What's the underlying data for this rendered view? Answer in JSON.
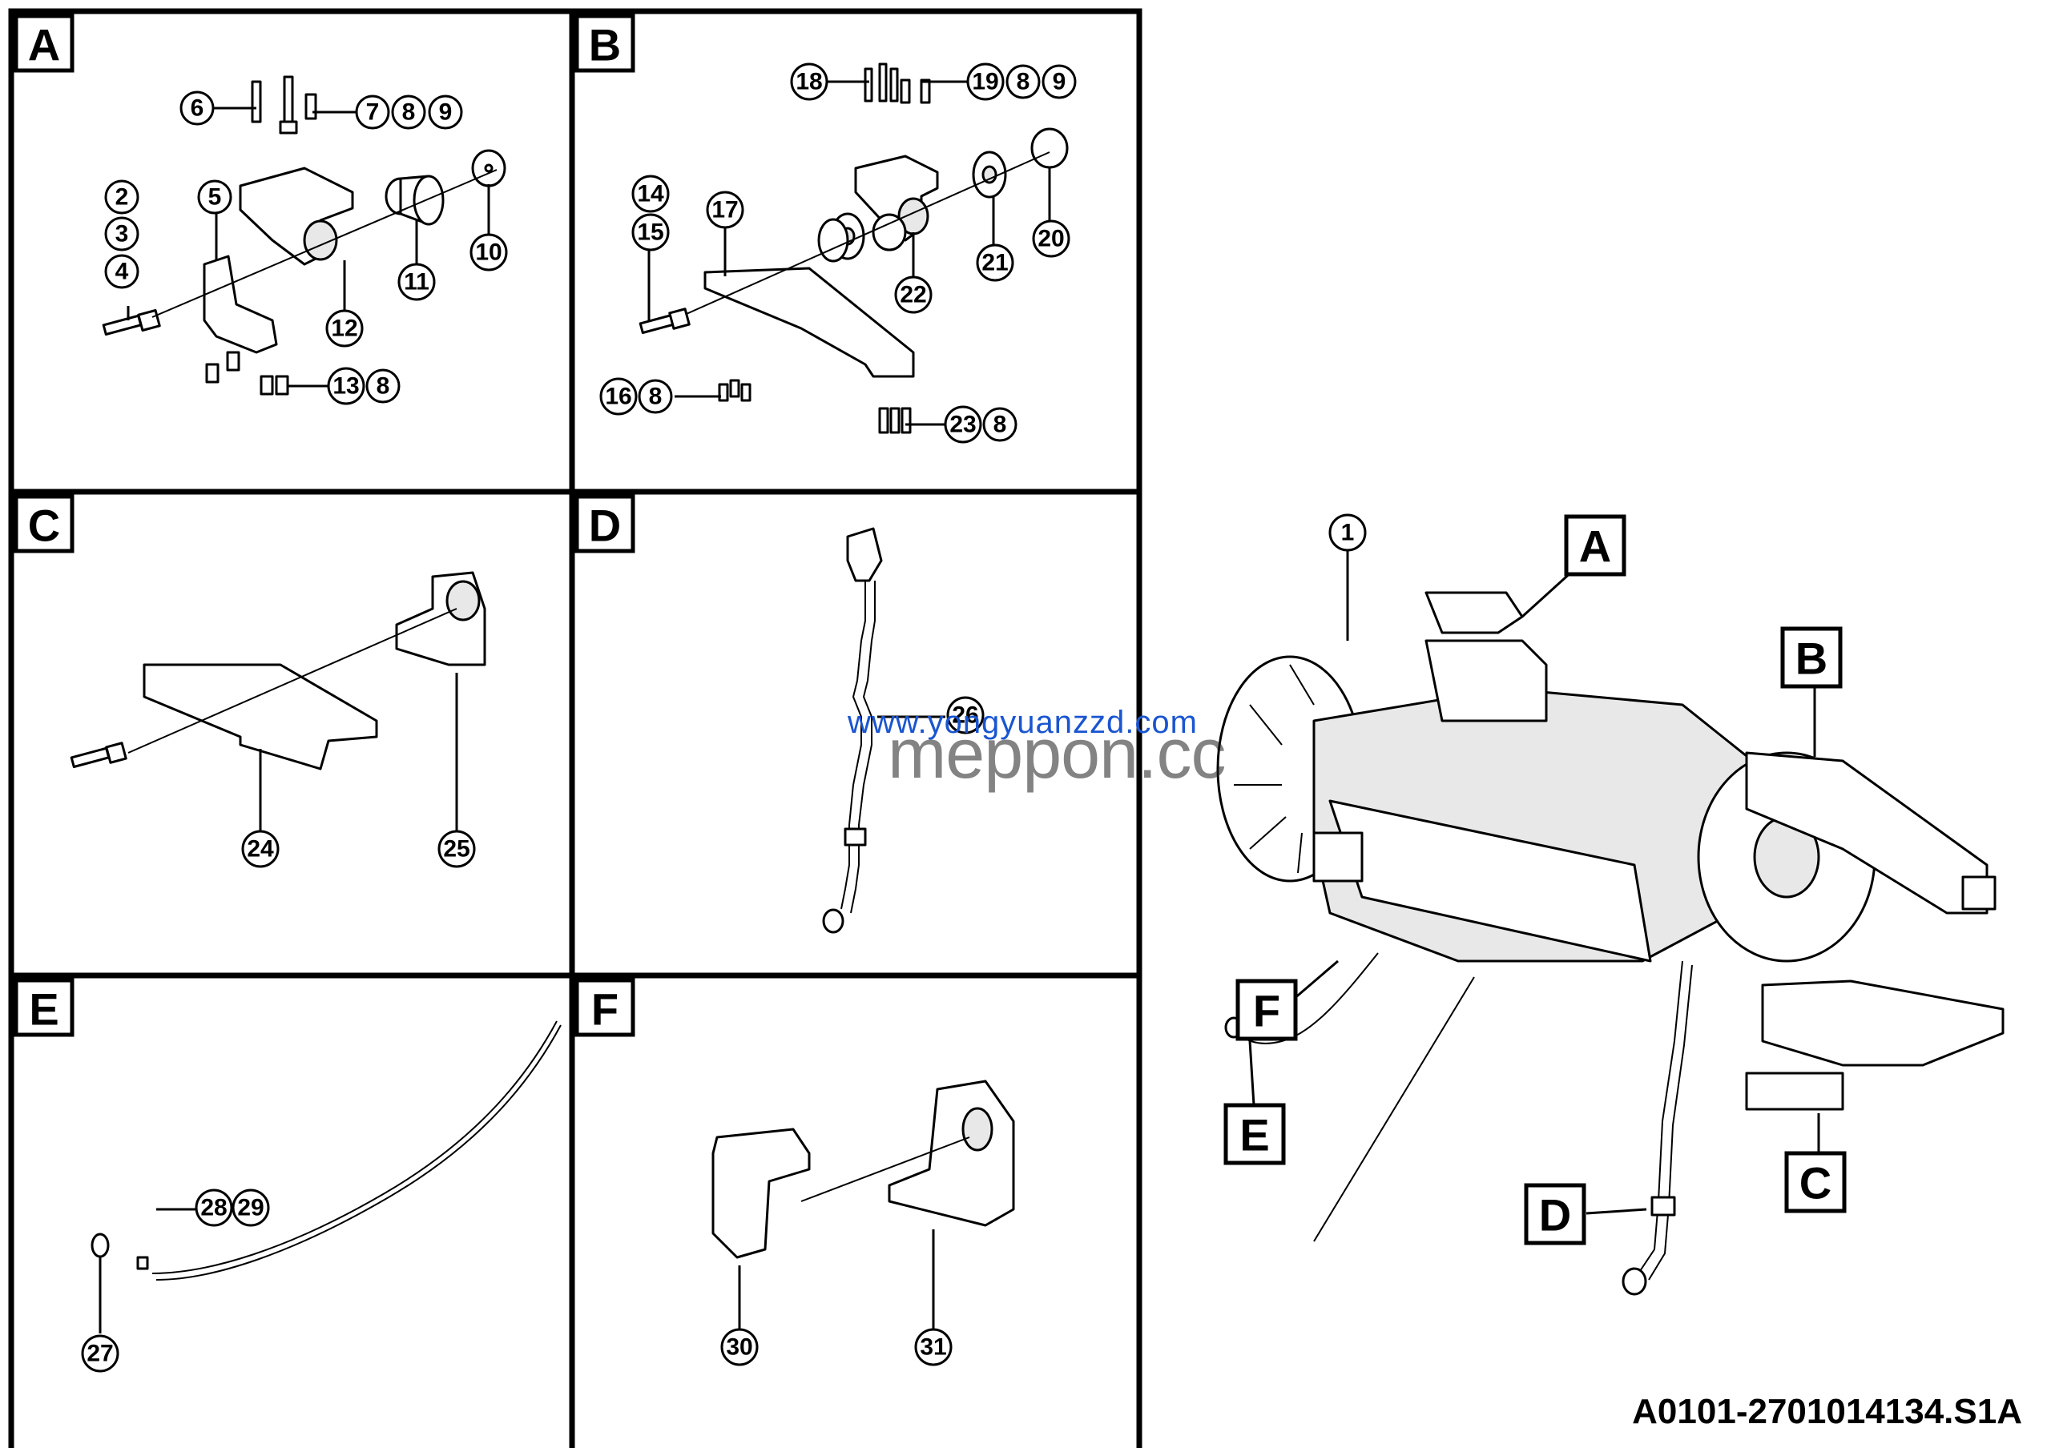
{
  "document_id": "A0101-2701014134.S1A",
  "watermark": {
    "line1": "www.yongyuanzzd.com",
    "line2": "meppon.cc"
  },
  "panels": [
    {
      "letter": "A",
      "callouts": [
        "6",
        "7",
        "8",
        "9",
        "2",
        "3",
        "4",
        "5",
        "10",
        "11",
        "12",
        "13",
        "8"
      ]
    },
    {
      "letter": "B",
      "callouts": [
        "18",
        "19",
        "8",
        "9",
        "14",
        "15",
        "17",
        "20",
        "21",
        "22",
        "16",
        "8",
        "23",
        "8"
      ]
    },
    {
      "letter": "C",
      "callouts": [
        "24",
        "25"
      ]
    },
    {
      "letter": "D",
      "callouts": [
        "26"
      ]
    },
    {
      "letter": "E",
      "callouts": [
        "28",
        "29",
        "27"
      ]
    },
    {
      "letter": "F",
      "callouts": [
        "30",
        "31"
      ]
    }
  ],
  "overview": {
    "callouts": [
      "1"
    ],
    "view_letters": [
      "A",
      "B",
      "C",
      "D",
      "E",
      "F"
    ]
  }
}
